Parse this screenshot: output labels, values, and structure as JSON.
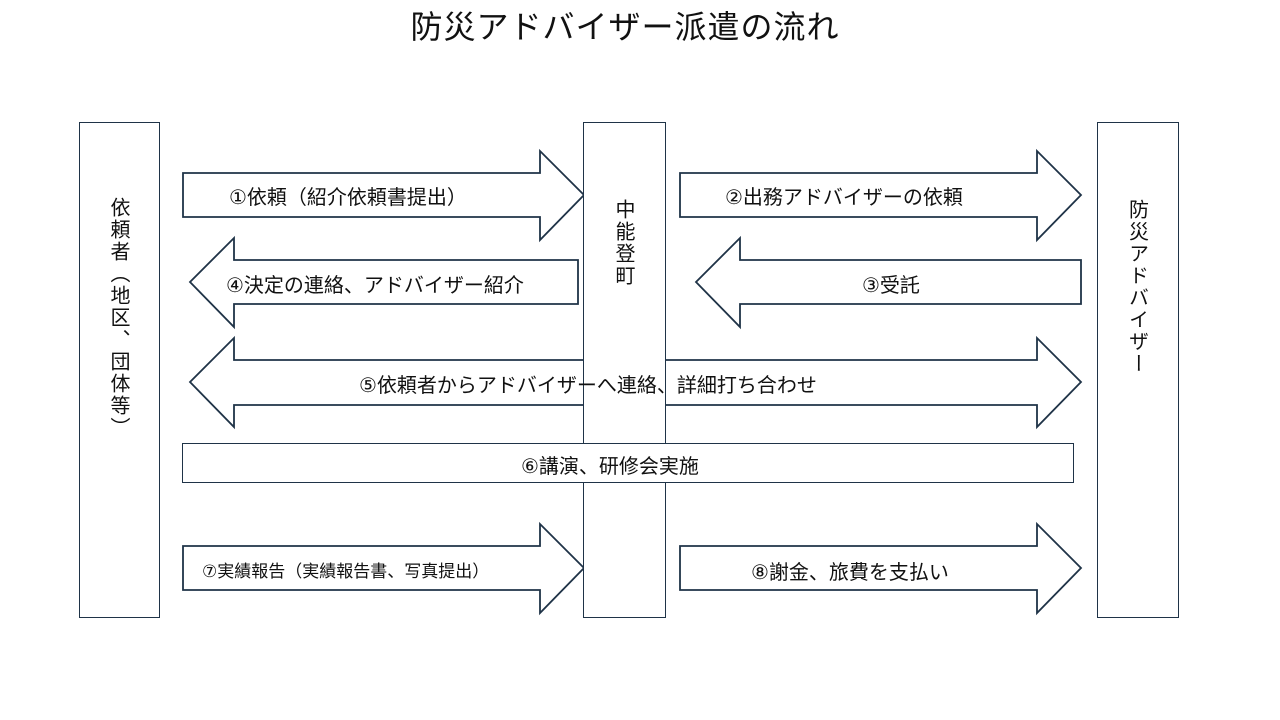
{
  "title": "防災アドバイザー派遣の流れ",
  "boxes": {
    "requester": "依頼者（地区、団体等）",
    "town": "中能登町",
    "advisor": "防災アドバイザー"
  },
  "steps": {
    "s1": "①依頼（紹介依頼書提出）",
    "s2": "②出務アドバイザーの依頼",
    "s3": "③受託",
    "s4": "④決定の連絡、アドバイザー紹介",
    "s5": "⑤依頼者からアドバイザーへ連絡、詳細打ち合わせ",
    "s6": "⑥講演、研修会実施",
    "s7": "⑦実績報告（実績報告書、写真提出）",
    "s8": "⑧謝金、旅費を支払い"
  },
  "colors": {
    "stroke": "#1f3347",
    "fill": "#ffffff"
  }
}
